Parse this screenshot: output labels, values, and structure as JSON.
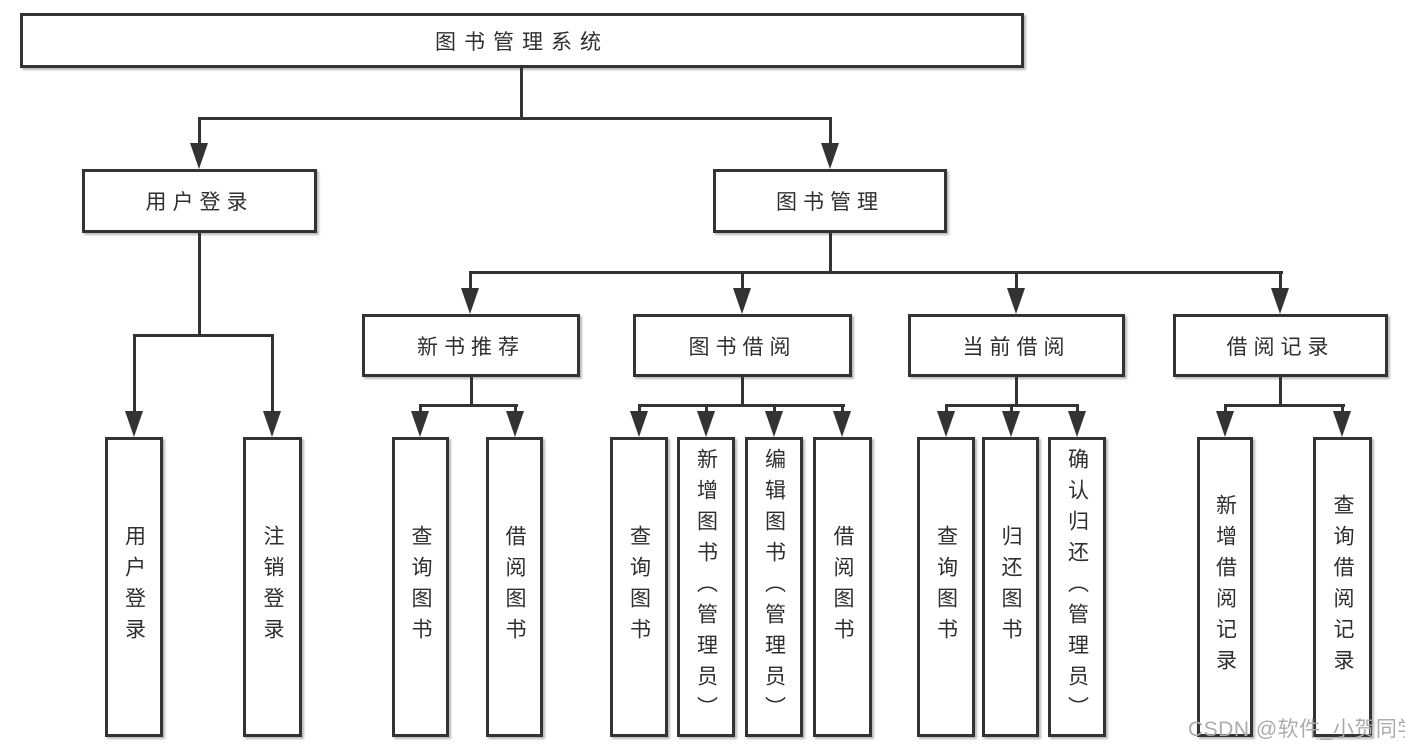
{
  "title": "图书管理系统",
  "colors": {
    "line": "#333333",
    "box_border": "#333333",
    "box_fill": "#ffffff",
    "text": "#2f2f2f",
    "watermark": "#acacac",
    "background": "#ffffff"
  },
  "tree": {
    "root": {
      "label": "图书管理系统"
    },
    "level2": [
      {
        "label": "用户登录"
      },
      {
        "label": "图书管理"
      }
    ],
    "level3": [
      {
        "label": "新书推荐"
      },
      {
        "label": "图书借阅"
      },
      {
        "label": "当前借阅"
      },
      {
        "label": "借阅记录"
      }
    ],
    "leaves": {
      "user_login": [
        "用户登录",
        "注销登录"
      ],
      "new_books": [
        "查询图书",
        "借阅图书"
      ],
      "book_borrow": [
        "查询图书",
        "新增图书（管理员）",
        "编辑图书（管理员）",
        "借阅图书"
      ],
      "current_borrow": [
        "查询图书",
        "归还图书",
        "确认归还（管理员）"
      ],
      "borrow_records": [
        "新增借阅记录",
        "查询借阅记录"
      ]
    }
  },
  "watermark": {
    "text": "CSDN @软件_小贺同学"
  }
}
